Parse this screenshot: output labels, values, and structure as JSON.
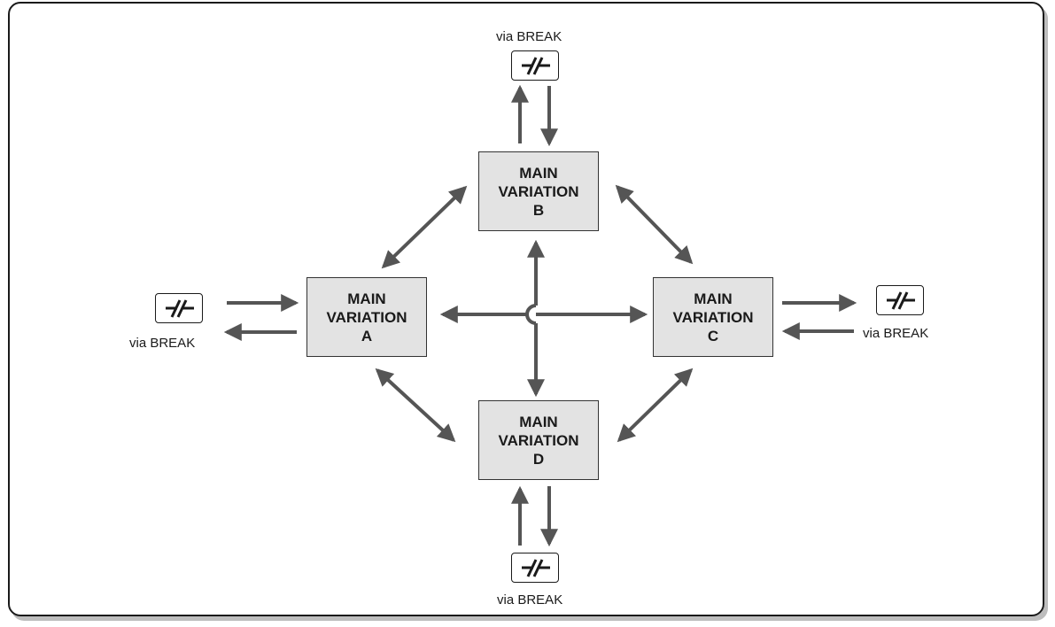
{
  "diagram": {
    "variations": {
      "a": {
        "line1": "MAIN",
        "line2": "VARIATION",
        "line3": "A"
      },
      "b": {
        "line1": "MAIN",
        "line2": "VARIATION",
        "line3": "B"
      },
      "c": {
        "line1": "MAIN",
        "line2": "VARIATION",
        "line3": "C"
      },
      "d": {
        "line1": "MAIN",
        "line2": "VARIATION",
        "line3": "D"
      }
    },
    "break_label": "via BREAK",
    "colors": {
      "box_fill": "#e3e3e3",
      "arrow": "#555555",
      "border": "#1a1a1a"
    },
    "icons": {
      "break": "break-contact-icon"
    }
  }
}
